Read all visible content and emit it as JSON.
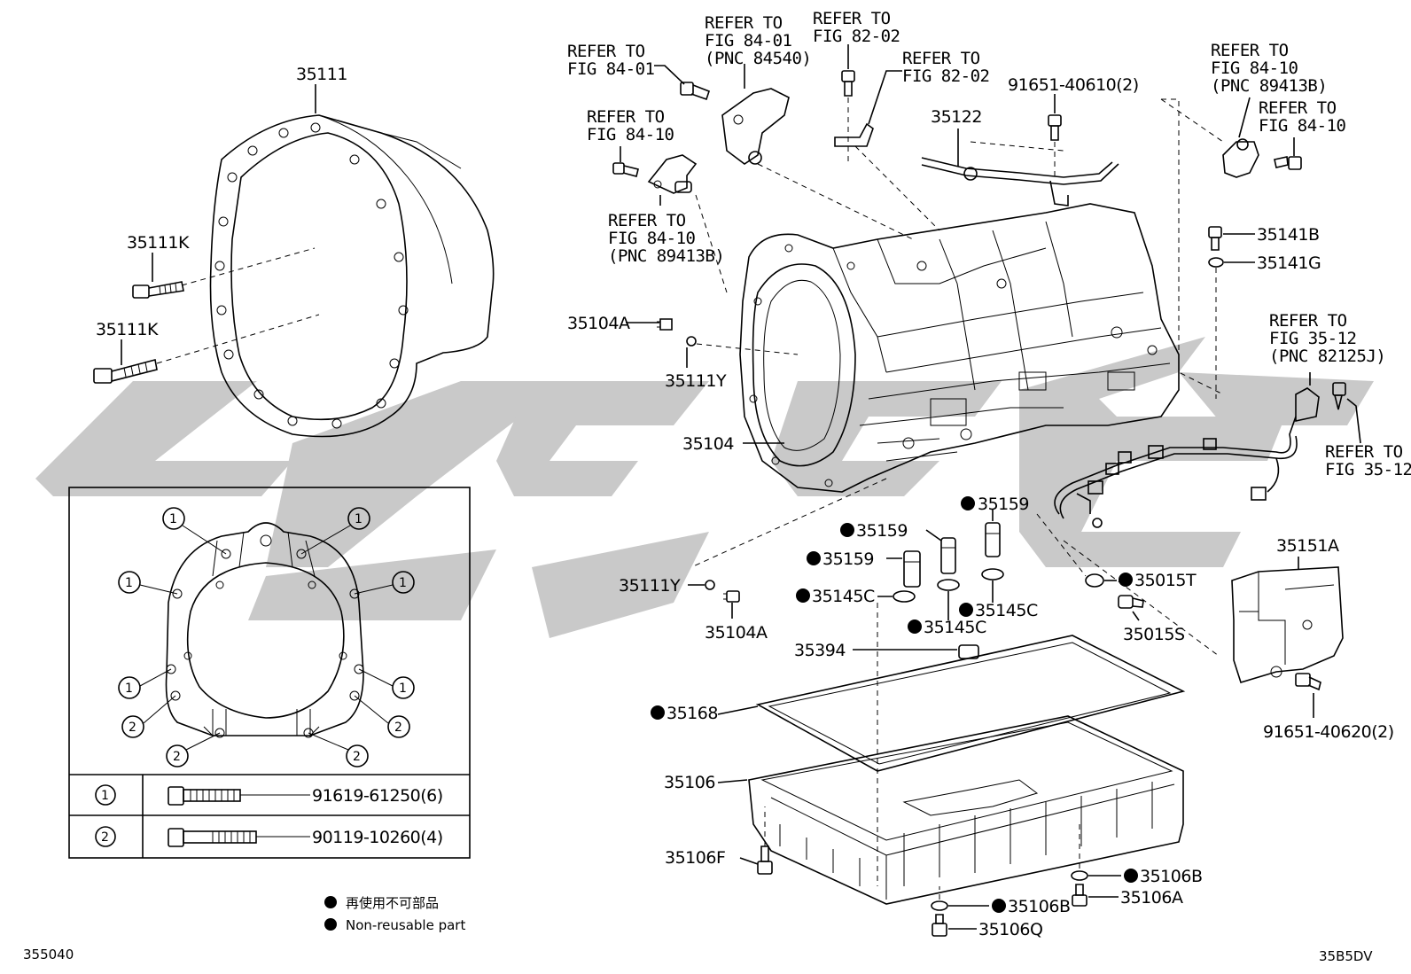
{
  "diagram_id_left": "355040",
  "diagram_id_right": "35B5DV",
  "labels": {
    "p35111": "35111",
    "p35111K_a": "35111K",
    "p35111K_b": "35111K",
    "p35104A_a": "35104A",
    "p35111Y_a": "35111Y",
    "p35104": "35104",
    "p35122": "35122",
    "p91651_40610": "91651-40610(2)",
    "p35141B": "35141B",
    "p35141G": "35141G",
    "p35159_a": "35159",
    "p35159_b": "35159",
    "p35159_c": "35159",
    "p35145C_a": "35145C",
    "p35145C_b": "35145C",
    "p35145C_c": "35145C",
    "p35111Y_b": "35111Y",
    "p35104A_b": "35104A",
    "p35015T": "35015T",
    "p35015S": "35015S",
    "p35151A": "35151A",
    "p91651_40620": "91651-40620(2)",
    "p35394": "35394",
    "p35168": "35168",
    "p35106": "35106",
    "p35106F": "35106F",
    "p35106B_a": "35106B",
    "p35106A": "35106A",
    "p35106B_b": "35106B",
    "p35106Q": "35106Q"
  },
  "refer_notes": {
    "r1": [
      "REFER TO",
      "FIG 84-01"
    ],
    "r2": [
      "REFER TO",
      "FIG 84-01",
      "(PNC 84540)"
    ],
    "r3": [
      "REFER TO",
      "FIG 82-02"
    ],
    "r4": [
      "REFER TO",
      "FIG 82-02"
    ],
    "r5": [
      "REFER TO",
      "FIG 84-10"
    ],
    "r6": [
      "REFER TO",
      "FIG 84-10",
      "(PNC 89413B)"
    ],
    "r7": [
      "REFER TO",
      "FIG 84-10",
      "(PNC 89413B)"
    ],
    "r8": [
      "REFER TO",
      "FIG 84-10"
    ],
    "r9": [
      "REFER TO",
      "FIG 35-12",
      "(PNC 82125J)"
    ],
    "r10": [
      "REFER TO",
      "FIG 35-12"
    ]
  },
  "inset": {
    "marker_1": "1",
    "marker_2": "2",
    "row1_part": "91619-61250(6)",
    "row2_part": "90119-10260(4)"
  },
  "legend": {
    "jp": "再使用不可部品",
    "en": "Non-reusable part"
  }
}
